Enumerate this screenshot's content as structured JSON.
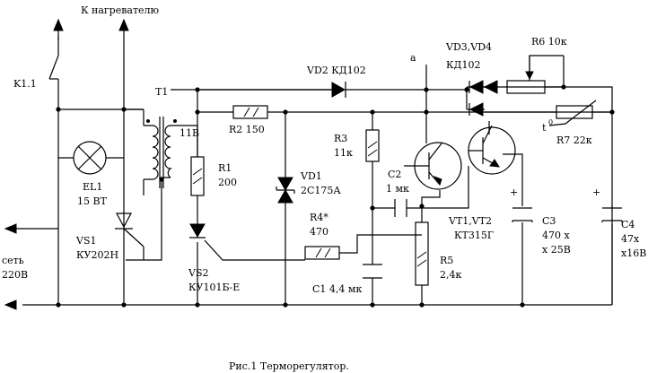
{
  "labels": {
    "heater": "К нагревателю",
    "k11": "K1.1",
    "t1": "T1",
    "t1_volt": "11В",
    "el1": "EL1",
    "el1_val": "15 ВТ",
    "vs1": "VS1",
    "vs1_type": "КУ202Н",
    "mains1": "сеть",
    "mains2": "220В",
    "vd2": "VD2 КД102",
    "r2": "R2 150",
    "r1": "R1",
    "r1_val": "200",
    "vd1": "VD1",
    "vd1_type": "2С175А",
    "vs2": "VS2",
    "vs2_type": "КУ101Б-Е",
    "r3": "R3",
    "r3_val": "11к",
    "r4": "R4*",
    "r4_val": "470",
    "c2": "C2",
    "c2_val": "1 мк",
    "c1": "C1 4,4 мк",
    "node_a": "a",
    "vd34": "VD3,VD4",
    "vd34_type": "КД102",
    "r6": "R6 10к",
    "t0": "t",
    "t0_sup": "0",
    "r7": "R7 22к",
    "vt": "VT1,VT2",
    "vt_type": "КТ315Г",
    "r5": "R5",
    "r5_val": "2,4к",
    "c3": "C3",
    "c3_val1": "470 х",
    "c3_val2": "х 25В",
    "c4": "C4",
    "c4_val1": "47х",
    "c4_val2": "х16В",
    "plus": "+",
    "caption": "Рис.1 Терморегулятор."
  }
}
